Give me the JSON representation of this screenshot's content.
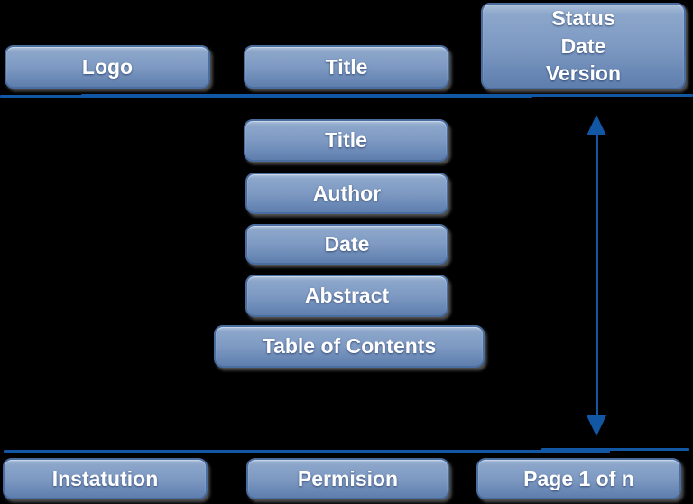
{
  "colors": {
    "background": "#000000",
    "line_and_arrow": "#1257a3",
    "box_gradient_top": "#aabfd9",
    "box_gradient_middle": "#7e9ac3",
    "box_gradient_bottom": "#5e7ead",
    "box_border": "#4a6da0",
    "box_text": "#ffffff"
  },
  "header": {
    "logo_label": "Logo",
    "title_label": "Title",
    "status_line1": "Status",
    "status_line2": "Date",
    "status_line3": "Version"
  },
  "body": {
    "title_label": "Title",
    "author_label": "Author",
    "date_label": "Date",
    "abstract_label": "Abstract",
    "toc_label": "Table of Contents"
  },
  "footer": {
    "institution_label": "Instatution",
    "permission_label": "Permision",
    "page_label": "Page 1 of n"
  },
  "icons": {
    "arrow": "vertical-double-arrow"
  }
}
